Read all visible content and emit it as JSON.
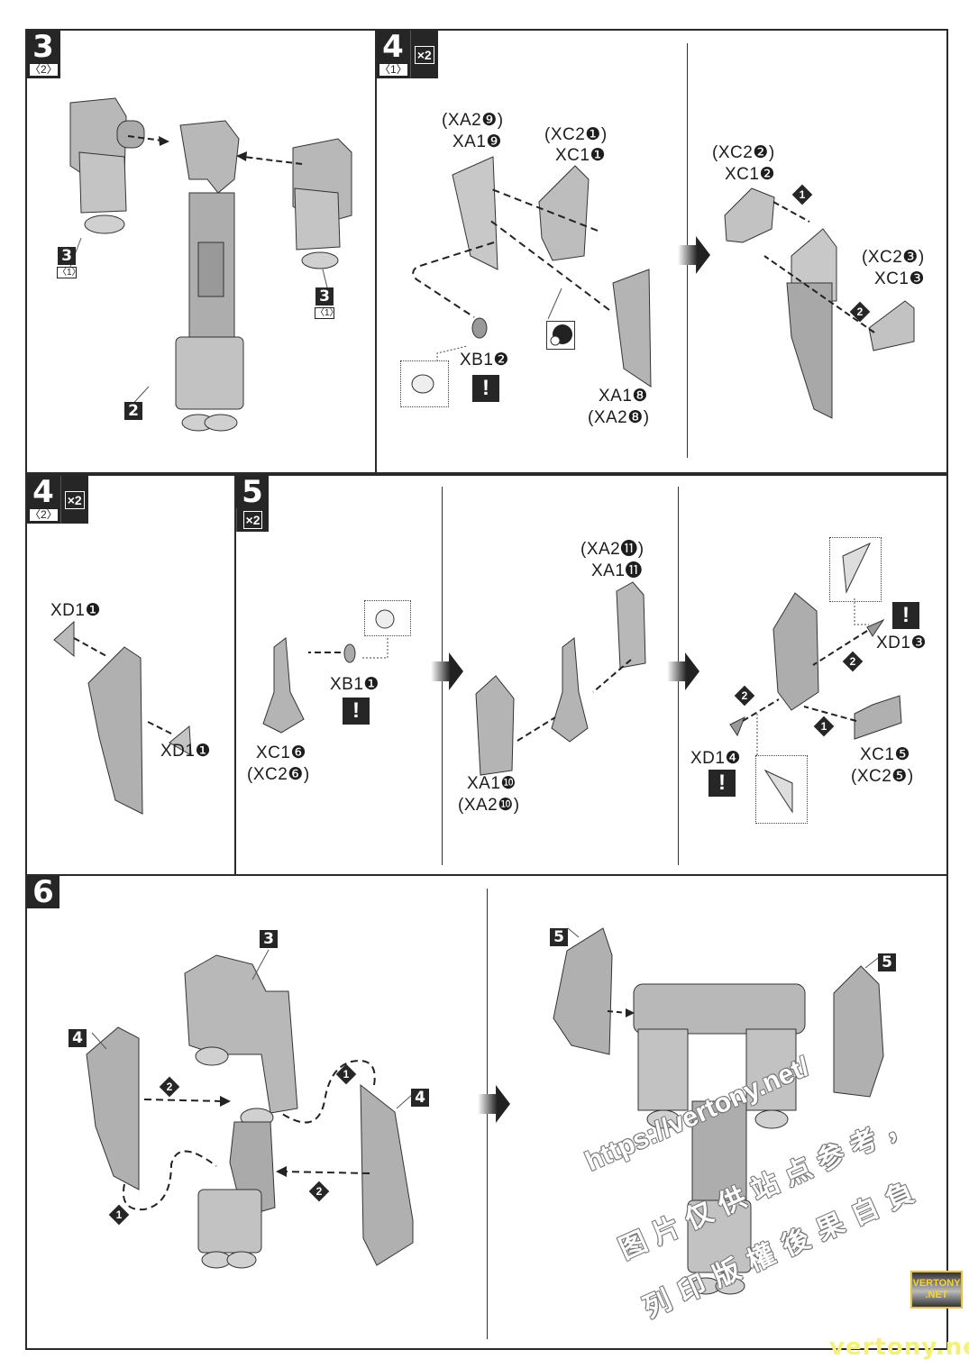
{
  "steps": {
    "s3": {
      "number": "3",
      "substep": "〈2〉",
      "refs": [
        {
          "num": "3",
          "sub": "〈1〉"
        },
        {
          "num": "3",
          "sub": "〈1〉"
        },
        {
          "num": "2"
        }
      ]
    },
    "s4a": {
      "number": "4",
      "substep": "〈1〉",
      "multiplier": "×2",
      "labels": {
        "xa2_9": "(XA2❾)",
        "xa1_9": "XA1❾",
        "xc2_1": "(XC2❶)",
        "xc1_1": "XC1❶",
        "xb1_2": "XB1❷",
        "xa1_8": "XA1❽",
        "xa2_8": "(XA2❽)",
        "xc2_2": "(XC2❷)",
        "xc1_2": "XC1❷",
        "xc2_3": "(XC2❸)",
        "xc1_3": "XC1❸"
      },
      "order": [
        "1",
        "2"
      ],
      "warning": "!"
    },
    "s4b": {
      "number": "4",
      "substep": "〈2〉",
      "multiplier": "×2",
      "labels": {
        "xd1_1a": "XD1❶",
        "xd1_1b": "XD1❶"
      }
    },
    "s5": {
      "number": "5",
      "multiplier": "×2",
      "labels": {
        "xb1_1": "XB1❶",
        "xc1_6": "XC1❻",
        "xc2_6": "(XC2❻)",
        "xa2_11": "(XA2⓫)",
        "xa1_11": "XA1⓫",
        "xa1_10": "XA1❿",
        "xa2_10": "(XA2❿)",
        "xd1_3": "XD1❸",
        "xd1_4": "XD1❹",
        "xc1_5": "XC1❺",
        "xc2_5": "(XC2❺)"
      },
      "order": [
        "1",
        "2",
        "2"
      ],
      "warning": "!"
    },
    "s6": {
      "number": "6",
      "refs": [
        "3",
        "4",
        "4",
        "5",
        "5"
      ],
      "order": [
        "1",
        "2",
        "1",
        "2"
      ]
    }
  },
  "watermark": {
    "url": "https://vertony.net/",
    "line1": "图片仅供站点参考，",
    "line2": "列印版權後果自負",
    "logo_line1": "VERTONY",
    "logo_line2": ".NET",
    "footer": "vertony.net"
  },
  "colors": {
    "ink": "#262626",
    "part_fill": "#b8b8b8",
    "part_light": "#d9d9d9",
    "logo_gold": "#e3c43a",
    "footer_yellow": "#f4f07a"
  }
}
